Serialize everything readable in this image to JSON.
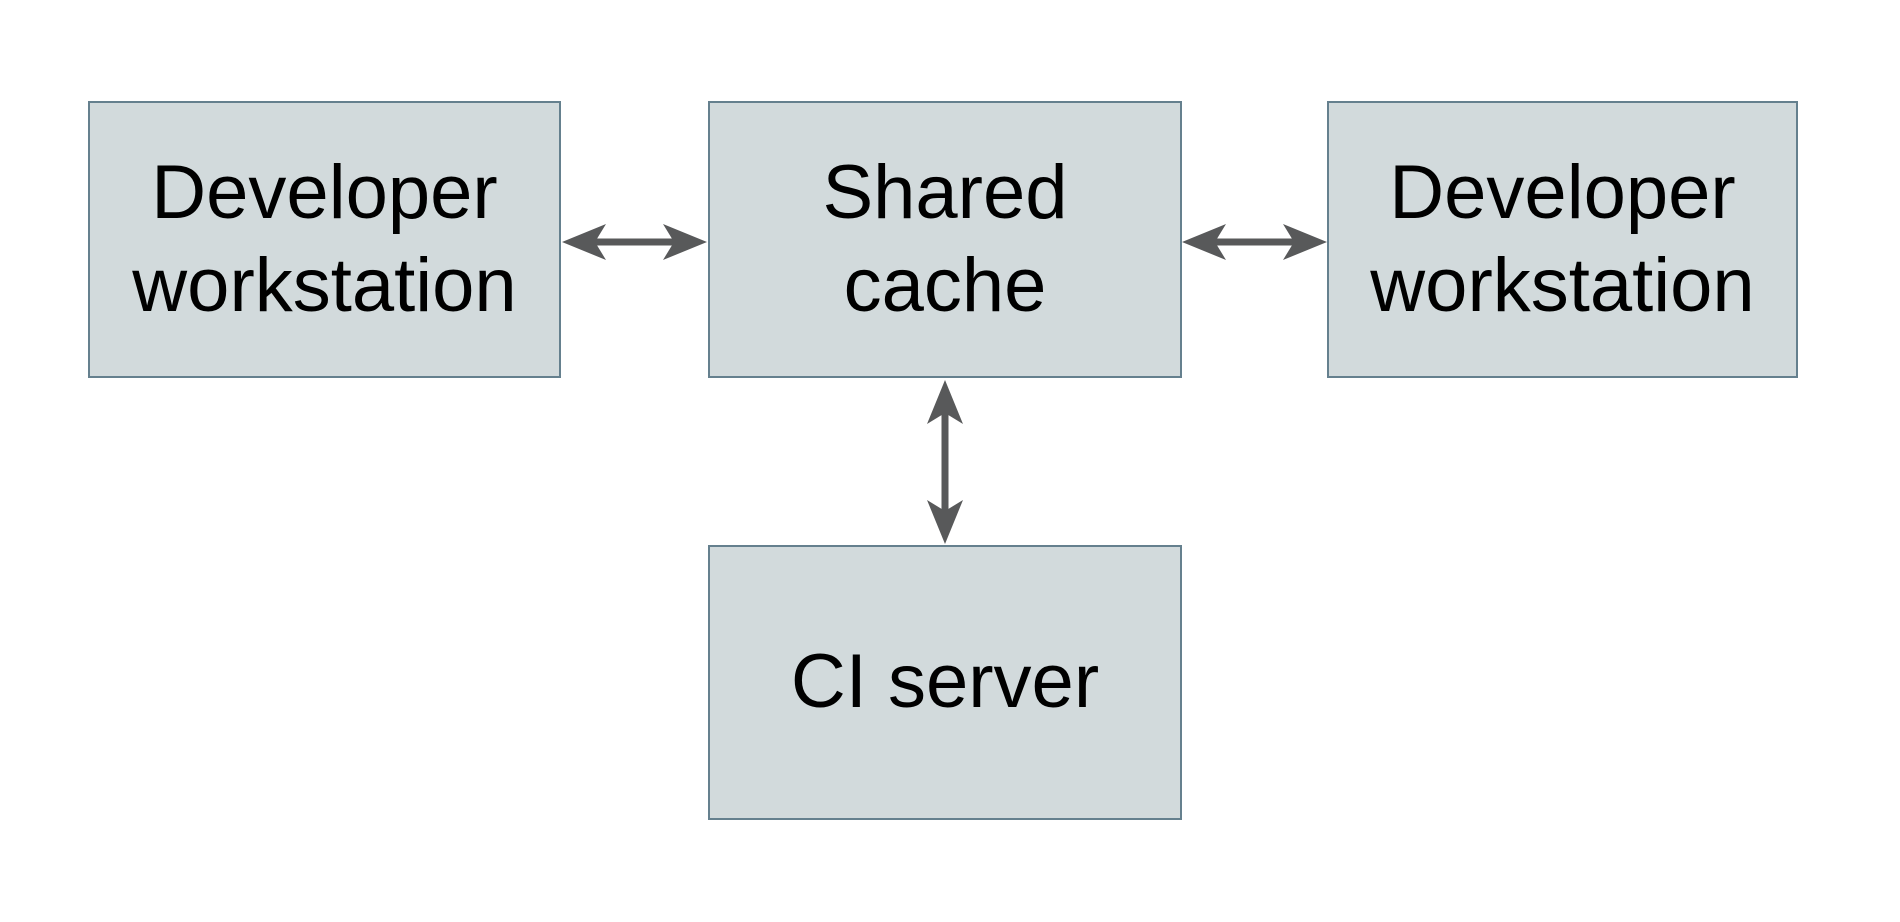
{
  "diagram": {
    "kind": "architecture-diagram",
    "nodes": [
      {
        "id": "developer-workstation-left",
        "label": "Developer\nworkstation"
      },
      {
        "id": "shared-cache",
        "label": "Shared\ncache"
      },
      {
        "id": "developer-workstation-right",
        "label": "Developer\nworkstation"
      },
      {
        "id": "ci-server",
        "label": "CI server"
      }
    ],
    "edges": [
      {
        "from": "developer-workstation-left",
        "to": "shared-cache",
        "direction": "bidirectional",
        "orientation": "horizontal"
      },
      {
        "from": "shared-cache",
        "to": "developer-workstation-right",
        "direction": "bidirectional",
        "orientation": "horizontal"
      },
      {
        "from": "shared-cache",
        "to": "ci-server",
        "direction": "bidirectional",
        "orientation": "vertical"
      }
    ]
  },
  "colors": {
    "background": "#ffffff",
    "node_fill": "#d2dadc",
    "node_border": "#65808e",
    "arrow": "#58595a",
    "text": "#000000"
  }
}
